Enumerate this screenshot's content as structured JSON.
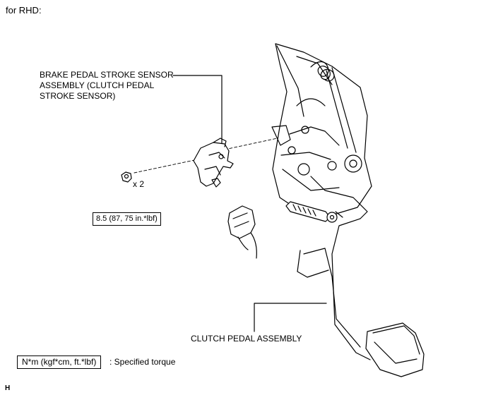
{
  "header": {
    "title": "for RHD:"
  },
  "callouts": {
    "sensor_label_lines": [
      "BRAKE PEDAL STROKE SENSOR",
      "ASSEMBLY (CLUTCH PEDAL",
      "STROKE SENSOR)"
    ],
    "pedal_label": "CLUTCH PEDAL ASSEMBLY",
    "bolt_quantity": "x 2",
    "torque_value": "8.5 (87, 75 in.*lbf)"
  },
  "legend": {
    "unit_box": "N*m (kgf*cm, ft.*lbf)",
    "description": ": Specified torque"
  },
  "footer": {
    "code": "H"
  }
}
